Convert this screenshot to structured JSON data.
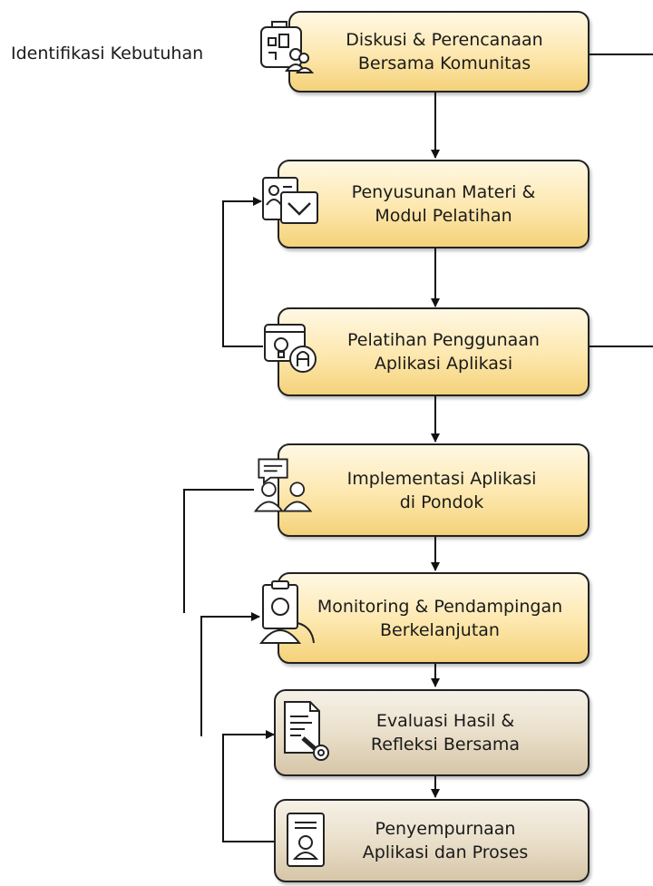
{
  "side_label": "Identifikasi Kebutuhan",
  "steps": [
    {
      "line1": "Diskusi & Perencanaan",
      "line2": "Bersama Komunitas",
      "icon": "building-people-icon"
    },
    {
      "line1": "Penyusunan Materi &",
      "line2": "Modul Pelatihan",
      "icon": "document-check-icon"
    },
    {
      "line1": "Pelatihan Penggunaan",
      "line2": "Aplikasi Aplikasi",
      "icon": "lightbulb-training-icon"
    },
    {
      "line1": "Implementasi Aplikasi",
      "line2": "di Pondok",
      "icon": "people-chat-icon"
    },
    {
      "line1": "Monitoring & Pendampingan",
      "line2": "Berkelanjutan",
      "icon": "person-clipboard-icon"
    },
    {
      "line1": "Evaluasi Hasil &",
      "line2": "Refleksi Bersama",
      "icon": "report-magnifier-icon"
    },
    {
      "line1": "Penyempurnaan",
      "line2": "Aplikasi dan Proses",
      "icon": "profile-document-icon"
    }
  ],
  "colors": {
    "box_yellow": "#fde7ad",
    "box_tan": "#e8ddc7",
    "line": "#111111"
  }
}
